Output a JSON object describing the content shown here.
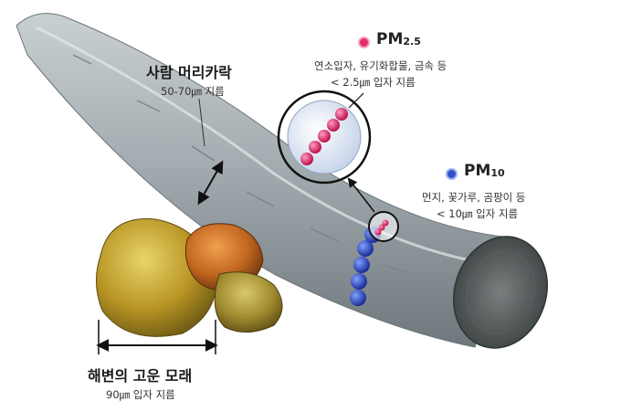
{
  "hair": {
    "title": "사람 머리카락",
    "size": "50-70㎛ 지름"
  },
  "pm25": {
    "label": "PM",
    "sub": "2.5",
    "desc": "연소입자, 유기화합물, 금속 등",
    "size": "< 2.5㎛ 입자 지름",
    "color": "#e0306a"
  },
  "pm10": {
    "label": "PM",
    "sub": "10",
    "desc": "먼지, 꽃가루, 곰팡이 등",
    "size": "< 10㎛ 입자 지름",
    "color": "#3050c8"
  },
  "sand": {
    "title": "해변의 고운 모래",
    "size": "90㎛ 입자 지름"
  },
  "colors": {
    "hair": "#9aa3a6",
    "sand": "#c9a534"
  }
}
